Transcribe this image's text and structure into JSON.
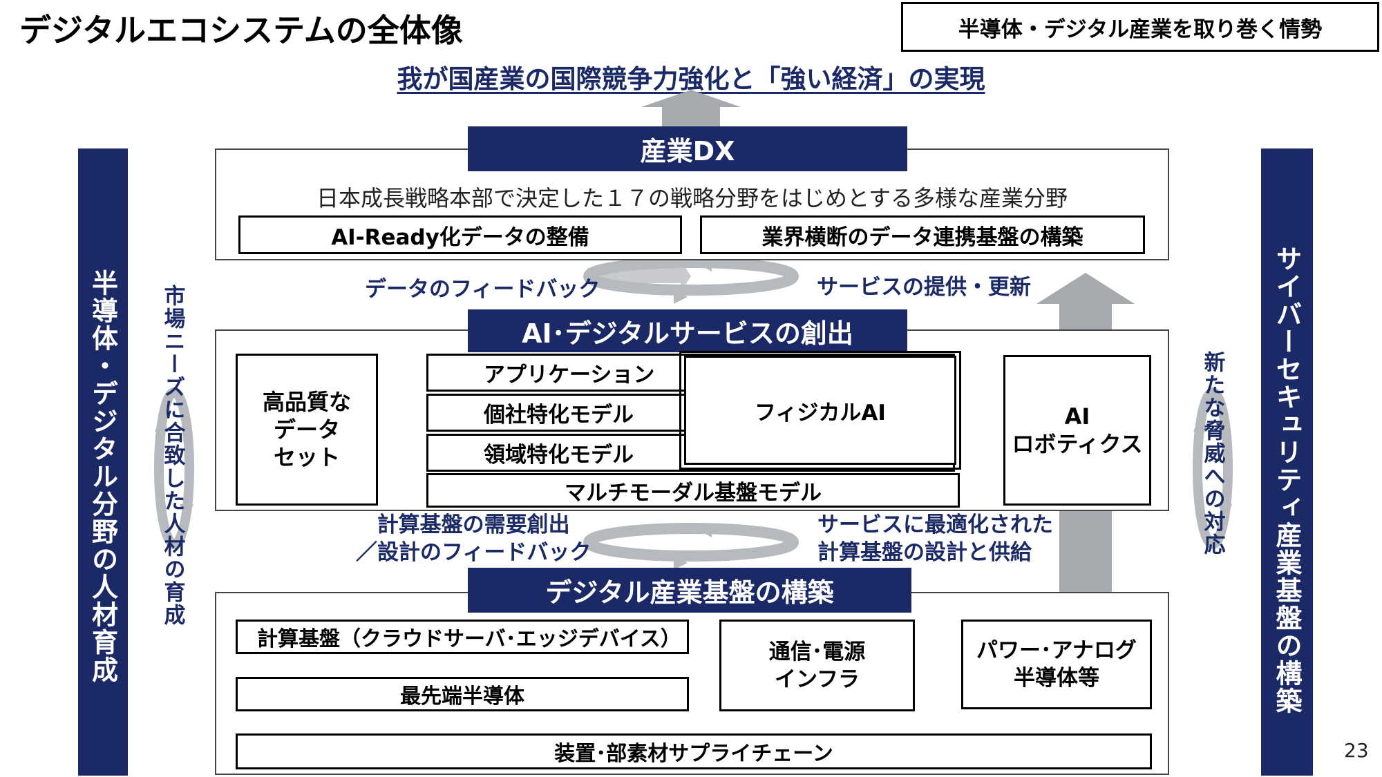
{
  "title": "デジタルエコシステムの全体像",
  "header_badge": "半導体・デジタル産業を取り巻く情勢",
  "goal": "我が国産業の国際競争力強化と「強い経済」の実現",
  "page_number": "23",
  "side_left": {
    "main": "半導体・デジタル分野の人材育成",
    "sub": "市場ニーズに合致した人材の育成"
  },
  "side_right": {
    "main": "サイバーセキュリティ産業基盤の構築",
    "sub": "新たな脅威への対応"
  },
  "dx": {
    "label": "産業DX",
    "desc": "日本成長戦略本部で決定した１７の戦略分野をはじめとする多様な産業分野",
    "box_left": "AI-Ready化データの整備",
    "box_right": "業界横断のデータ連携基盤の構築"
  },
  "loop_top": {
    "left": "データのフィードバック",
    "right": "サービスの提供・更新"
  },
  "ai": {
    "label": "AI･デジタルサービスの創出",
    "dataset": [
      "高品質な",
      "データ",
      "セット"
    ],
    "stack": [
      "アプリケーション",
      "個社特化モデル",
      "領域特化モデル"
    ],
    "physical": "フィジカルAI",
    "multimodal": "マルチモーダル基盤モデル",
    "robotics": [
      "AI",
      "ロボティクス"
    ]
  },
  "loop_bottom": {
    "left": [
      "計算基盤の需要創出",
      "／設計のフィードバック"
    ],
    "right": [
      "サービスに最適化された",
      "計算基盤の設計と供給"
    ]
  },
  "infra": {
    "label": "デジタル産業基盤の構築",
    "compute": "計算基盤（クラウドサーバ･エッジデバイス）",
    "semi": "最先端半導体",
    "comm": [
      "通信･電源",
      "インフラ"
    ],
    "power": [
      "パワー･アナログ",
      "半導体等"
    ],
    "supply": "装置･部素材サプライチェーン"
  },
  "colors": {
    "navy": "#1b2a66",
    "arrow_gray": "#a6aaaf"
  }
}
